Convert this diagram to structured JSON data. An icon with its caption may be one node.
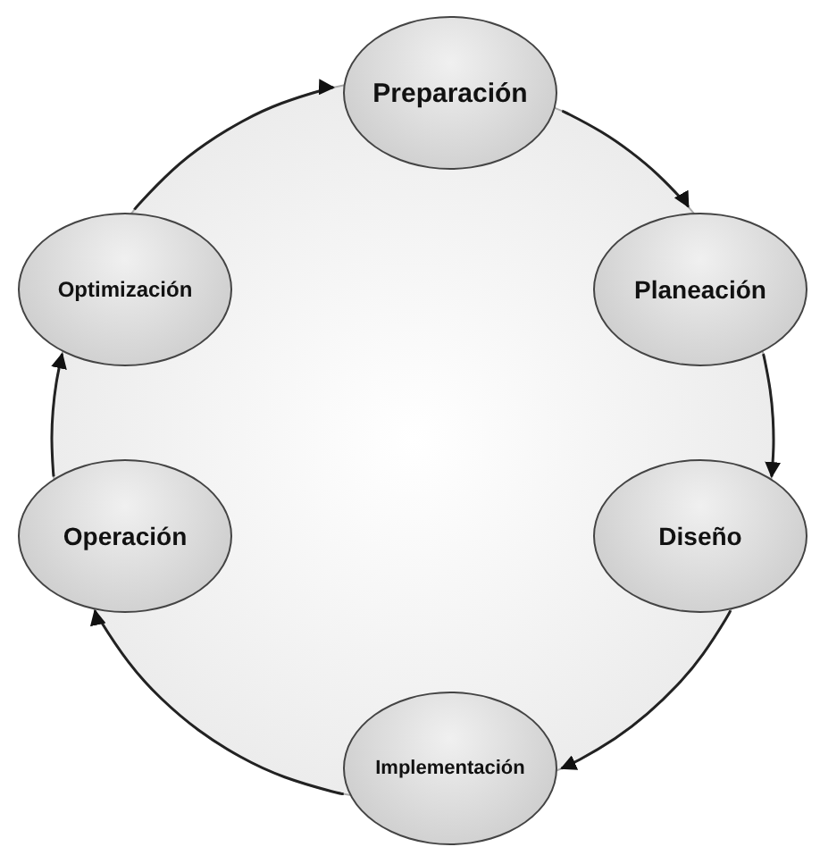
{
  "diagram": {
    "nodes": [
      {
        "text": [
          "Preparación"
        ]
      },
      {
        "text": [
          "Planeación"
        ]
      },
      {
        "text": [
          "Diseño"
        ]
      },
      {
        "text": [
          "Implementación"
        ]
      },
      {
        "text": [
          "Operación"
        ]
      },
      {
        "text": [
          "Optimización"
        ]
      }
    ],
    "edges": [
      {
        "from": 0,
        "to": 1,
        "arrow": "to"
      },
      {
        "from": 1,
        "to": 2,
        "arrow": "to"
      },
      {
        "from": 2,
        "to": 3,
        "arrow": "to"
      },
      {
        "from": 3,
        "to": 4,
        "arrow": "to"
      },
      {
        "from": 4,
        "to": 5,
        "arrow": "to"
      },
      {
        "from": 5,
        "to": 0,
        "arrow": "to"
      }
    ]
  }
}
